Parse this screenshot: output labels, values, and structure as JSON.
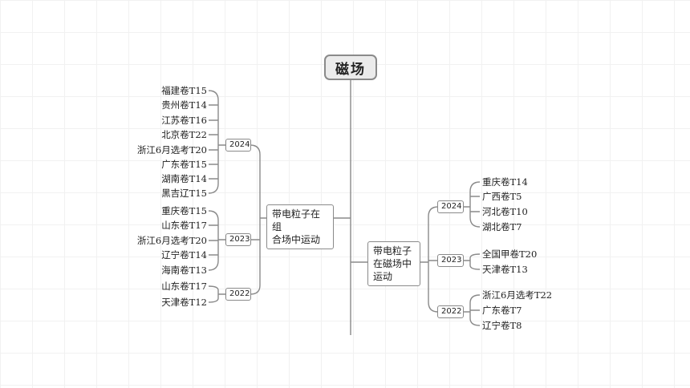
{
  "root": {
    "title": "磁场"
  },
  "left_branch": {
    "title_lines": [
      "带电粒子在组",
      "合场中运动"
    ],
    "years": [
      {
        "year": "2024",
        "items": [
          "福建卷T15",
          "贵州卷T14",
          "江苏卷T16",
          "北京卷T22",
          "浙江6月选考T20",
          "广东卷T15",
          "湖南卷T14",
          "黑吉辽T15"
        ]
      },
      {
        "year": "2023",
        "items": [
          "重庆卷T15",
          "山东卷T17",
          "浙江6月选考T20",
          "辽宁卷T14",
          "海南卷T13"
        ]
      },
      {
        "year": "2022",
        "items": [
          "山东卷T17",
          "天津卷T12"
        ]
      }
    ]
  },
  "right_branch": {
    "title_lines": [
      "带电粒子",
      "在磁场中",
      "运动"
    ],
    "years": [
      {
        "year": "2024",
        "items": [
          "重庆卷T14",
          "广西卷T5",
          "河北卷T10",
          "湖北卷T7"
        ]
      },
      {
        "year": "2023",
        "items": [
          "全国甲卷T20",
          "天津卷T13"
        ]
      },
      {
        "year": "2022",
        "items": [
          "浙江6月选考T22",
          "广东卷T7",
          "辽宁卷T8"
        ]
      }
    ]
  }
}
